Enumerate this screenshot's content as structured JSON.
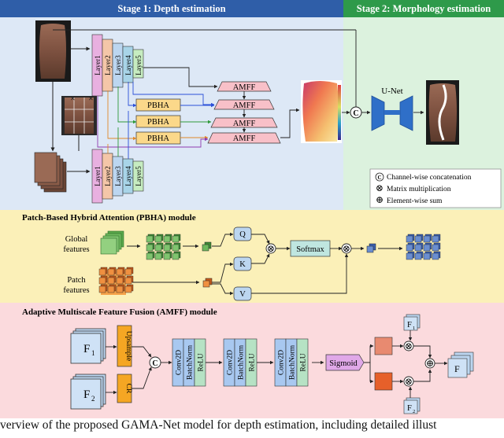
{
  "stage1": {
    "title": "Stage 1: Depth estimation"
  },
  "stage2": {
    "title": "Stage 2: Morphology estimation",
    "unet_label": "U-Net"
  },
  "encoder_layers": [
    "Layer1",
    "Layer2",
    "Layer3",
    "Layer4",
    "Layer5"
  ],
  "amff_label": "AMFF",
  "pbha_label": "PBHA",
  "legend": {
    "concat_symbol": "C",
    "concat": "Channel-wise concatenation",
    "matmul_symbol": "⊗",
    "matmul": "Matrix multiplication",
    "sum_symbol": "⊕",
    "sum": "Element-wise sum"
  },
  "pbha_section": {
    "title": "Patch-Based Hybrid Attention (PBHA) module",
    "global_label": [
      "Global",
      "features"
    ],
    "patch_label": [
      "Patch",
      "features"
    ],
    "q": "Q",
    "k": "K",
    "v": "V",
    "softmax": "Softmax"
  },
  "amff_section": {
    "title": "Adaptive Multiscale Feature Fusion (AMFF) module",
    "f1": "F",
    "f1_sub": "1",
    "f2": "F",
    "f2_sub": "2",
    "upsample": "Upsample",
    "cr": "CR",
    "conv2d": "Conv2D",
    "batchnorm": "BatchNorm",
    "relu": "ReLU",
    "sigmoid": "Sigmoid",
    "out": "F"
  },
  "caption": "verview of the proposed GAMA-Net model for depth estimation, including detailed illust"
}
